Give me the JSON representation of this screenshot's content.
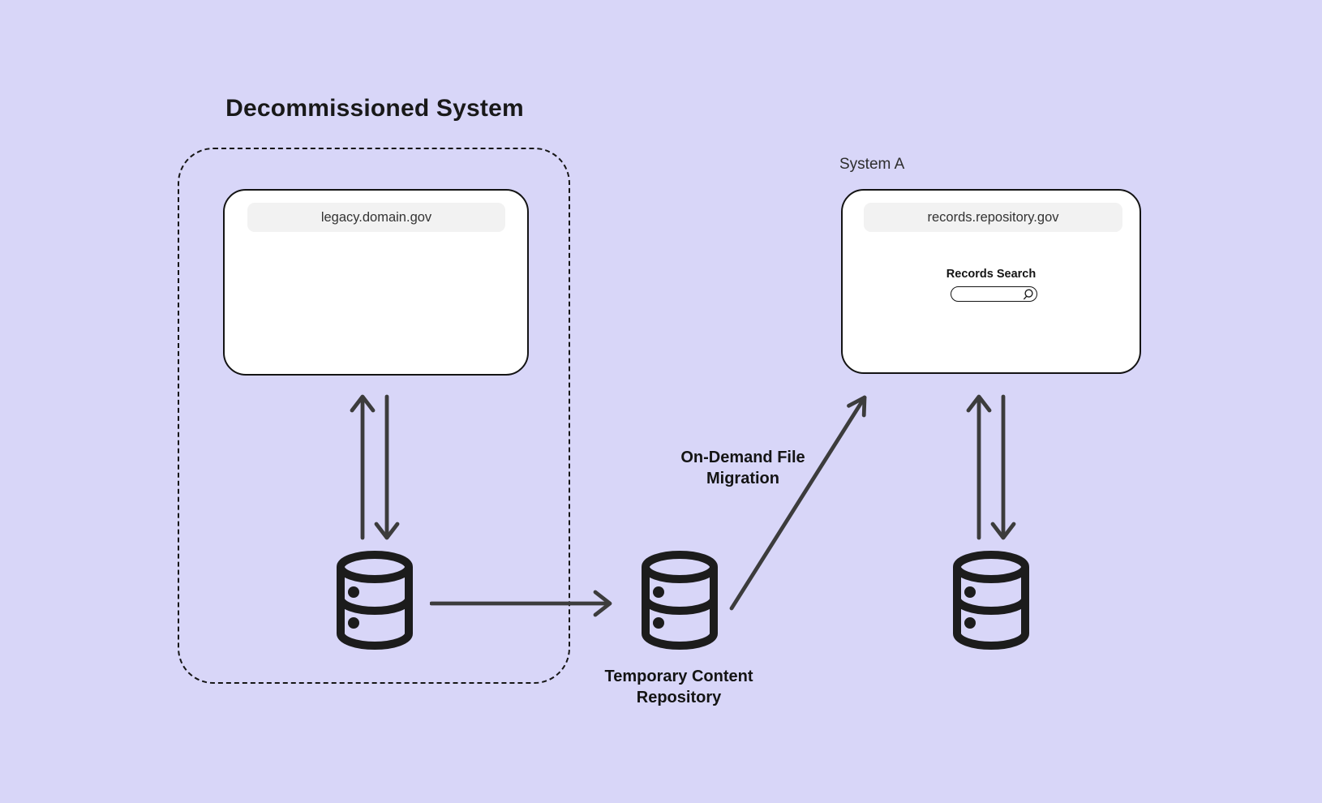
{
  "colors": {
    "background": "#d8d6f8",
    "ink": "#141414",
    "arrow": "#3c3c3c",
    "window_background": "#ffffff",
    "window_border": "#141414",
    "url_bar_background": "#f2f2f2",
    "url_text": "#333333"
  },
  "decommissioned_system": {
    "title": "Decommissioned System",
    "browser": {
      "url": "legacy.domain.gov"
    },
    "icons": {
      "database": "database-icon",
      "sync_arrows": "bidirectional-arrow"
    }
  },
  "system_a": {
    "title": "System A",
    "browser": {
      "url": "records.repository.gov",
      "search_label": "Records Search",
      "search_value": "",
      "search_icon": "magnifier-icon"
    },
    "icons": {
      "database": "database-icon",
      "sync_arrows": "bidirectional-arrow"
    }
  },
  "temporary_repository": {
    "label_lines": [
      "Temporary Content",
      "Repository"
    ],
    "icon": "database-icon"
  },
  "migration": {
    "label_lines": [
      "On-Demand File",
      "Migration"
    ],
    "icon": "diagonal-arrow"
  }
}
